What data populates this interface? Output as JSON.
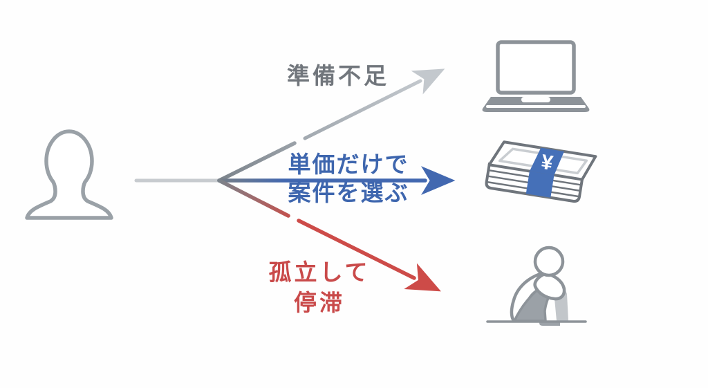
{
  "diagram": {
    "title_hint": "freelancer failure paths diagram",
    "source": {
      "icon": "person-bust"
    },
    "branches": [
      {
        "id": "top",
        "label_lines": [
          "準備不足"
        ],
        "label_color": "#71767c",
        "arrow_color": "#c3c8cd",
        "target_icon": "laptop"
      },
      {
        "id": "middle",
        "label_lines": [
          "単価だけで",
          "案件を選ぶ"
        ],
        "label_color": "#3e66ae",
        "arrow_color": "#4268b0",
        "target_icon": "money-stack"
      },
      {
        "id": "bottom",
        "label_lines": [
          "孤立して",
          "停滞"
        ],
        "label_color": "#c94a4a",
        "arrow_color": "#cd4b48",
        "target_icon": "sitting-person"
      }
    ],
    "money": {
      "yen_symbol": "¥",
      "band_color": "#4570b8"
    },
    "colors": {
      "icon_outline_gray": "#8d9399",
      "icon_fill_gray": "#9ba1a7",
      "stem_gray": "#c7cbcf",
      "background": "#fefefe"
    }
  }
}
